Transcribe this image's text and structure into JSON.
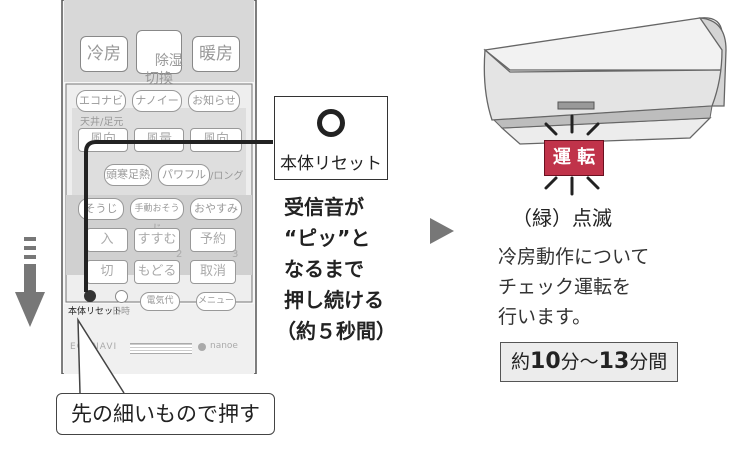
{
  "remote": {
    "top_buttons": [
      "冷房",
      "除湿\n切換",
      "暖房"
    ],
    "row2_buttons": [
      "エコナビ",
      "ナノイー",
      "お知らせ"
    ],
    "ceiling_label": "天井/足元",
    "row3_buttons": [
      "風向",
      "風量",
      "風向"
    ],
    "row4_buttons": [
      "頭寒足熱",
      "パワフル"
    ],
    "row4_suffix": "/ロング",
    "row5_buttons": [
      "そうじ",
      "手動おそうじ",
      "おやすみ"
    ],
    "row6_buttons": [
      "入",
      "すすむ",
      "予約"
    ],
    "row7_buttons": [
      "切",
      "もどる",
      "取消"
    ],
    "small_nums": [
      "2",
      "3"
    ],
    "reset_label": "本体リセット",
    "clock_label": "日時",
    "bottom_buttons": [
      "電気代",
      "メニュー"
    ],
    "brand_left": "ECONAVI",
    "brand_right": "nanoe"
  },
  "reset_callout": {
    "button_label": "本体リセット",
    "instruction": [
      "受信音が",
      "“ピッ”と",
      "なるまで",
      "押し続ける",
      "（約５秒間）"
    ]
  },
  "tip_label": "先の細いもので押す",
  "aircon": {
    "lamp_label": "運 転",
    "lamp_state": "（緑）点滅"
  },
  "info": {
    "lines": [
      "冷房動作について",
      "チェック運転を",
      "行います。"
    ],
    "time_prefix": "約",
    "time_value_1": "10",
    "time_mid": "分〜",
    "time_value_2": "13",
    "time_suffix": "分間"
  },
  "colors": {
    "lamp_red": "#c0334a",
    "remote_gray": "#d6d6d6",
    "arrow_gray": "#777777"
  }
}
